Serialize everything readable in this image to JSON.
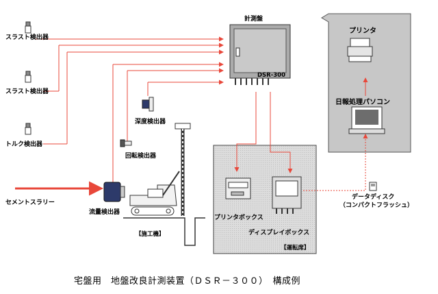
{
  "colors": {
    "signal": "#e8473a",
    "dotted": "#e8473a",
    "box_gray": "#d6d6d6",
    "panel_gray": "#c7c7c7"
  },
  "labels": {
    "thrust_1": "スラスト検出器",
    "thrust_2": "スラスト検出器",
    "torque": "トルク検出器",
    "depth": "深度検出器",
    "rotation": "回転検出器",
    "flow": "流量検出器",
    "cement": "セメントスラリー",
    "meter": "計測盤",
    "meter_model": "DSR-300",
    "printer": "プリンタ",
    "pc": "日報処理パソコン",
    "printer_box": "プリンタボックス",
    "display_box": "ディスプレイボックス",
    "operator_room": "【運転席】",
    "machine": "【施工機】",
    "disk": "データディスク",
    "disk_sub": "（コンパクトフラッシュ）",
    "caption": "宅盤用　地盤改良計測装置（ＤＳＲ－３００）　構成例"
  },
  "icons": [
    "sensor-icon",
    "printer-icon",
    "computer-icon",
    "disk-icon",
    "rig-icon"
  ]
}
